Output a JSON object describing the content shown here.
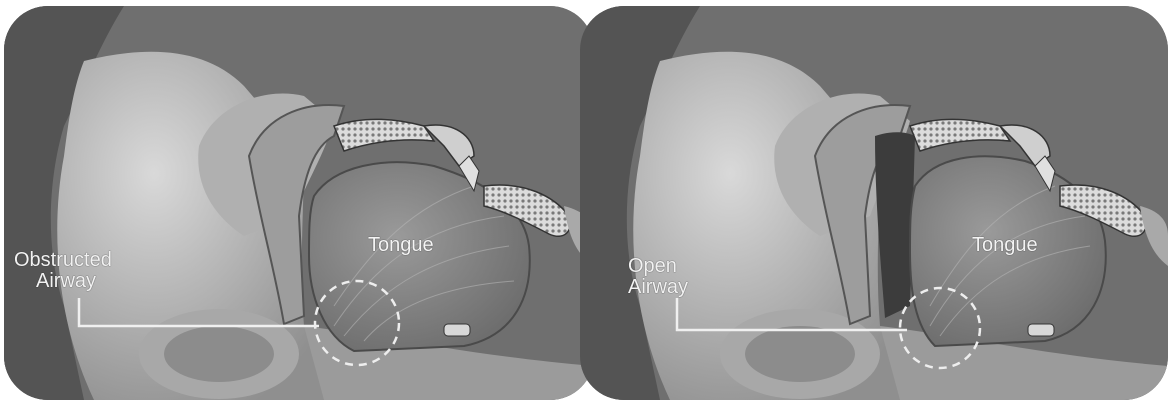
{
  "panels": [
    {
      "id": "obstructed",
      "airway_label_line1": "Obstructed",
      "airway_label_line2": "Airway",
      "tongue_label": "Tongue"
    },
    {
      "id": "open",
      "airway_label_line1": "Open",
      "airway_label_line2": "Airway",
      "tongue_label": "Tongue"
    }
  ],
  "colors": {
    "background": "#6f6f6f",
    "skin": "#bdbdbd",
    "hair": "#5a5a5a",
    "tissue": "#8a8a8a",
    "highlight": "#ececec"
  }
}
